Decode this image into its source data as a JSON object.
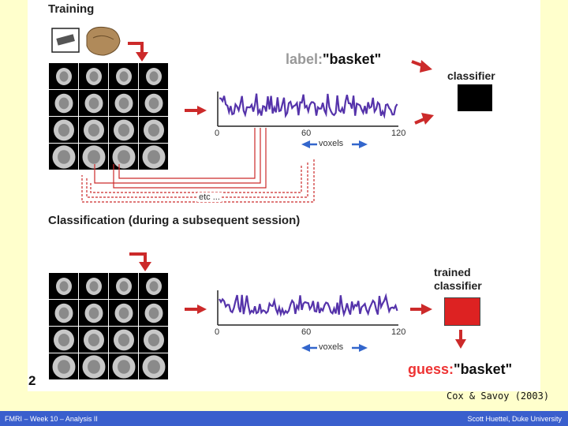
{
  "figure": {
    "training_title": "Training",
    "classification_title": "Classification (during a subsequent session)",
    "label_key": "label:",
    "label_value": "\"basket\"",
    "classifier_label": "classifier",
    "trained_classifier_label": "trained\nclassifier",
    "guess_key": "guess:",
    "guess_value": "\"basket\"",
    "etc_label": "etc ...",
    "voxels_label": "voxels",
    "axis_ticks": [
      "0",
      "60",
      "120"
    ],
    "figure_number": "2"
  },
  "citation": "Cox & Savoy (2003)",
  "footer": {
    "left": "FMRI – Week 10 – Analysis II",
    "right": "Scott Huettel, Duke University"
  },
  "colors": {
    "background": "#ffffcc",
    "footer_bar": "#3a5fcd",
    "signal_line": "#5533aa",
    "arrow_red": "#cc2a2a",
    "arrow_blue": "#3366cc",
    "classifier_untrained": "#000000",
    "classifier_trained": "#dd2222"
  }
}
